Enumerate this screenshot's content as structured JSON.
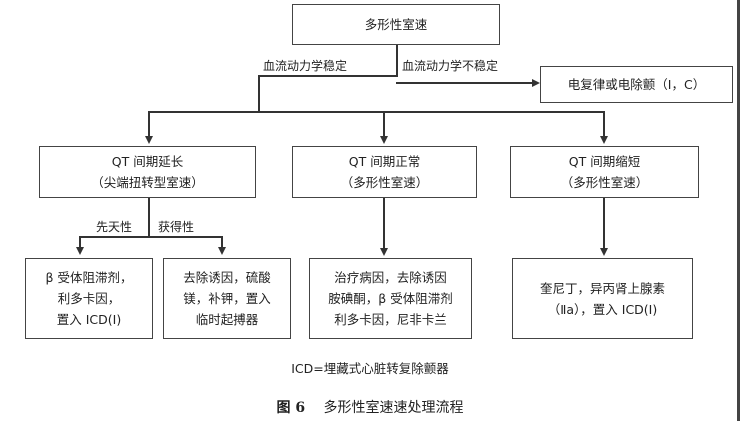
{
  "nodes": {
    "root": "多形性室速",
    "cardio": "电复律或电除颤（Ⅰ，C）",
    "qt_long": [
      "QT 间期延长",
      "（尖端扭转型室速）"
    ],
    "qt_normal": [
      "QT 间期正常",
      "（多形性室速）"
    ],
    "qt_short": [
      "QT 间期缩短",
      "（多形性室速）"
    ],
    "congenital": [
      "β 受体阻滞剂，",
      "利多卡因，",
      "置入 ICD(Ⅰ)"
    ],
    "acquired": [
      "去除诱因，硫酸",
      "镁，补钾，置入",
      "临时起搏器"
    ],
    "normal_tx": [
      "治疗病因，去除诱因",
      "胺碘酮，β 受体阻滞剂",
      "利多卡因，尼非卡兰"
    ],
    "short_tx": [
      "奎尼丁，异丙肾上腺素",
      "（Ⅱa），置入 ICD(Ⅰ)"
    ]
  },
  "labels": {
    "stable": "血流动力学稳定",
    "unstable": "血流动力学不稳定",
    "congenital": "先天性",
    "acquired": "获得性"
  },
  "footnote": "ICD=埋藏式心脏转复除颤器",
  "figure": {
    "number": "图 6",
    "title": "多形性室速速处理流程"
  }
}
